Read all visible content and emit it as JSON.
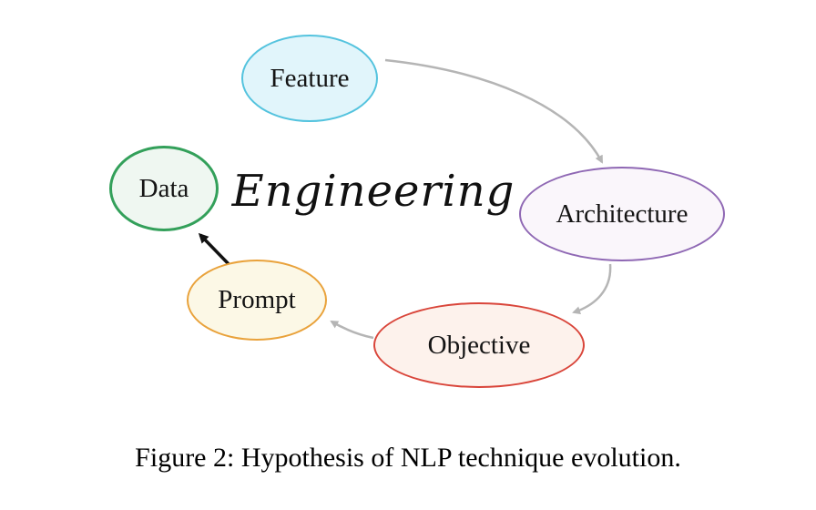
{
  "figure": {
    "center_word": "Engineering",
    "caption": "Figure 2: Hypothesis of NLP technique evolution."
  },
  "nodes": {
    "feature": {
      "label": "Feature",
      "border": "#54c3de",
      "fill": "#e1f5fb"
    },
    "data": {
      "label": "Data",
      "border": "#33a05a",
      "fill": "#eff7f1"
    },
    "architecture": {
      "label": "Architecture",
      "border": "#8f68b4",
      "fill": "#faf6fb"
    },
    "prompt": {
      "label": "Prompt",
      "border": "#e9a23b",
      "fill": "#fcf8e6"
    },
    "objective": {
      "label": "Objective",
      "border": "#d9453a",
      "fill": "#fdf2ec"
    }
  },
  "arrows": [
    {
      "name": "feature-to-architecture",
      "color": "#b5b5b5"
    },
    {
      "name": "architecture-to-objective",
      "color": "#b5b5b5"
    },
    {
      "name": "objective-to-prompt",
      "color": "#b5b5b5"
    },
    {
      "name": "prompt-to-data",
      "color": "#111111"
    }
  ]
}
